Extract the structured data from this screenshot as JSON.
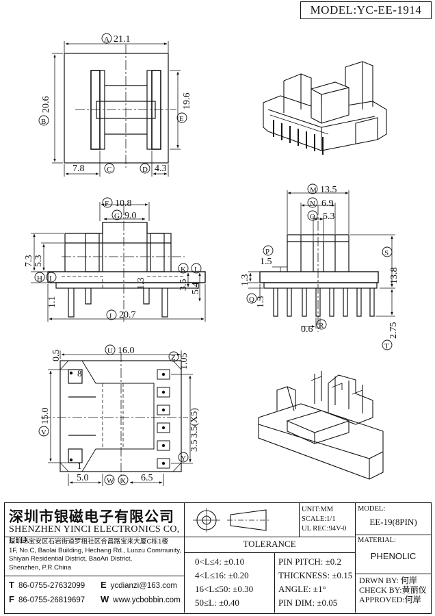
{
  "header": {
    "model_label": "MODEL:YC-EE-1914"
  },
  "dimensions": {
    "top_view": {
      "A": "21.1",
      "B": "20.6",
      "C": "7.8",
      "D": "4.3",
      "E": "19.6"
    },
    "front_view": {
      "F": "10.8",
      "G": "9.0",
      "H_top": "7.3",
      "H_inner": "5.3",
      "J": "20.7",
      "K": "3.5",
      "L": "5.4",
      "n1_3": "1.3",
      "n1_1": "1.1"
    },
    "side_view": {
      "M": "13.5",
      "N": "6.9",
      "O": "5.3",
      "P": "1.5",
      "Q": "1.3",
      "R": "0.6",
      "S": "13.8",
      "T": "2.75",
      "n1_3": "1.3"
    },
    "bottom_view": {
      "U": "16.0",
      "V": "15.0",
      "W": "5.0",
      "X": "6.5",
      "Y": "3.5",
      "Z": "1.05",
      "pitch": "3.5(X5)",
      "n0_5": "0.5",
      "pin8": "8",
      "pin1": "1"
    }
  },
  "title_block": {
    "company_cn": "深圳市银磁电子有限公司",
    "company_en": "SHENZHEN YINCI ELECTRONICS CO, LTD.",
    "address": [
      "深圳市宝安区石岩街道罗租社区合昌路宝来大厦C栋1楼",
      "1F, No.C, Baolai Building, Hechang Rd., Luozu Community,",
      "Shiyan Residential District, BaoAn District,",
      "Shenzhen, P.R.China"
    ],
    "tel": {
      "label": "T",
      "value": "86-0755-27632099"
    },
    "fax": {
      "label": "F",
      "value": "86-0755-26819697"
    },
    "email": {
      "label": "E",
      "value": "ycdianzi@163.com"
    },
    "web": {
      "label": "W",
      "value": "www.ycbobbin.com"
    },
    "unit": "UNIT:MM",
    "scale": "SCALE:1/1",
    "ul": "UL REC:94V-0",
    "tolerance_title": "TOLERANCE",
    "tolerances_left": [
      "0<L≤4: ±0.10",
      "4<L≤16: ±0.20",
      "16<L≤50: ±0.30",
      "50≤L: ±0.40"
    ],
    "tolerances_right": [
      "PIN PITCH: ±0.2",
      "THICKNESS: ±0.15",
      "ANGLE: ±1°",
      "PIN DIM: ±0.05"
    ],
    "model_label": "MODEL:",
    "model_value": "EE-19(8PIN)",
    "material_label": "MATERIAL:",
    "material_value": "PHENOLIC",
    "drawn": "DRWN BY: 何岸",
    "check": "CHECK BY:黄丽仪",
    "approved": "APPROVED:何岸"
  }
}
